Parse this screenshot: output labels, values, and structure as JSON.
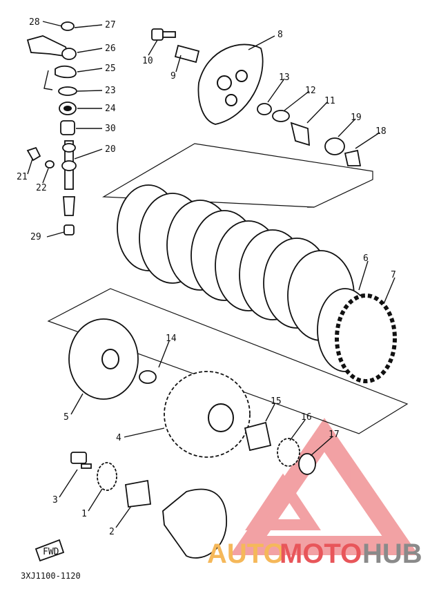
{
  "diagram": {
    "code": "3XJ1100-1120",
    "fwd_label": "FWD",
    "labels": [
      "28",
      "27",
      "26",
      "25",
      "23",
      "24",
      "30",
      "20",
      "21",
      "22",
      "29",
      "10",
      "9",
      "8",
      "13",
      "12",
      "11",
      "19",
      "18",
      "6",
      "7",
      "5",
      "14",
      "4",
      "15",
      "16",
      "17",
      "3",
      "1",
      "2"
    ]
  },
  "watermark": {
    "part1": "AUTO",
    "part2": "MOTO",
    "part3": "HUB",
    "color_orange": "#f5b85a",
    "color_red": "#e8565a",
    "color_grey": "#8a8a8a"
  }
}
